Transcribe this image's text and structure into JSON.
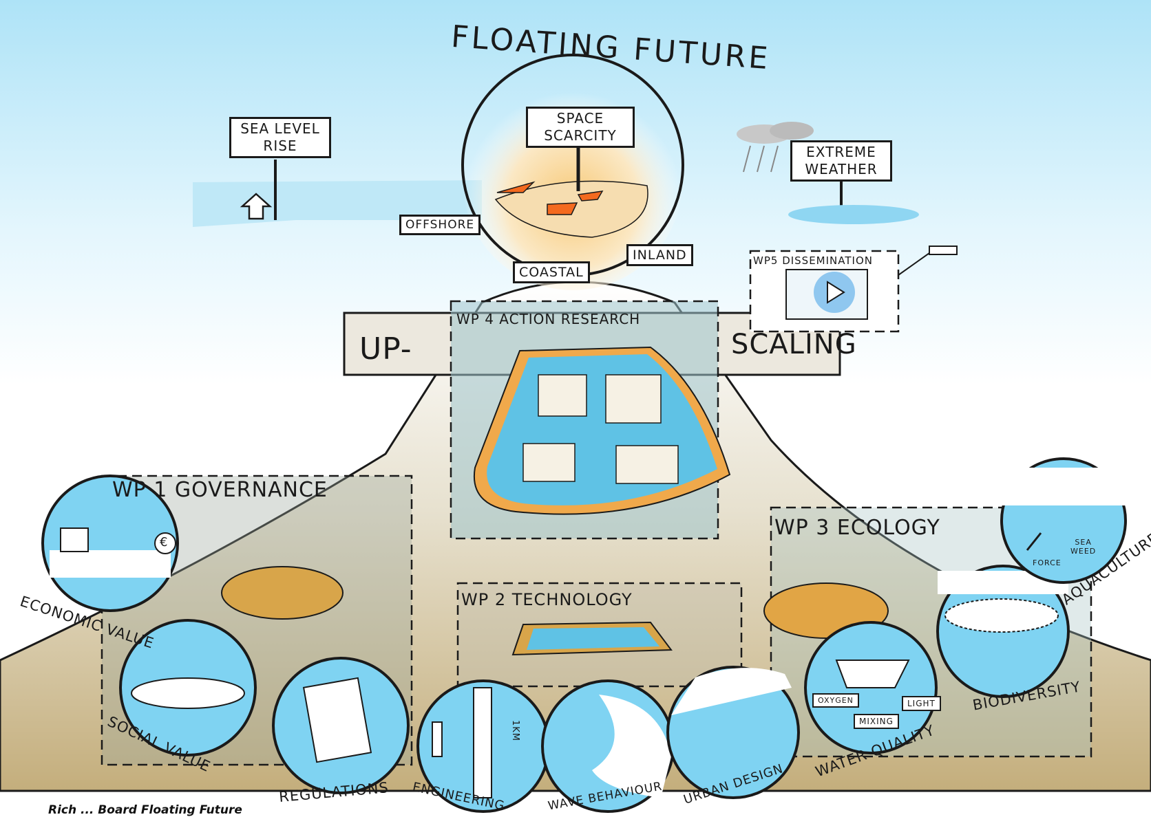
{
  "title": "FLOATING FUTURE",
  "challenges": {
    "sea_level": [
      "SEA LEVEL",
      "RISE"
    ],
    "space": [
      "SPACE",
      "SCARCITY"
    ],
    "weather": [
      "EXTREME",
      "WEATHER"
    ]
  },
  "locations": {
    "offshore": "OFFSHORE",
    "coastal": "COASTAL",
    "inland": "INLAND"
  },
  "upscaling": {
    "left": "UP-",
    "right": "SCALING"
  },
  "work_packages": {
    "wp1": "WP 1 GOVERNANCE",
    "wp2": "WP 2 TECHNOLOGY",
    "wp3": "WP 3 ECOLOGY",
    "wp4": "WP 4 ACTION RESEARCH",
    "wp5": "WP5 DISSEMINATION"
  },
  "themes": {
    "economic_value": "ECONOMIC VALUE",
    "social_value": "SOCIAL VALUE",
    "regulations": "REGULATIONS",
    "engineering": "ENGINEERING",
    "wave_behaviour": "WAVE BEHAVIOUR",
    "urban_design": "URBAN DESIGN",
    "water_quality": "WATER QUALITY",
    "biodiversity": "BIODIVERSITY",
    "aquaculture": "AQUACULTURE"
  },
  "inner_labels": {
    "euro": "€",
    "km": "1KM",
    "oxygen": "OXYGEN",
    "light": "LIGHT",
    "mixing": "MIXING",
    "force": "FORCE",
    "seaweed": [
      "SEA",
      "WEED"
    ]
  },
  "caption": "Rich ... Board Floating Future",
  "colors": {
    "sky": "#cdeef9",
    "water": "#66c9ef",
    "sand": "#c9b68a",
    "orange": "#e08a2c",
    "accent_orange": "#f46a1f",
    "ink": "#1a1a1a"
  }
}
